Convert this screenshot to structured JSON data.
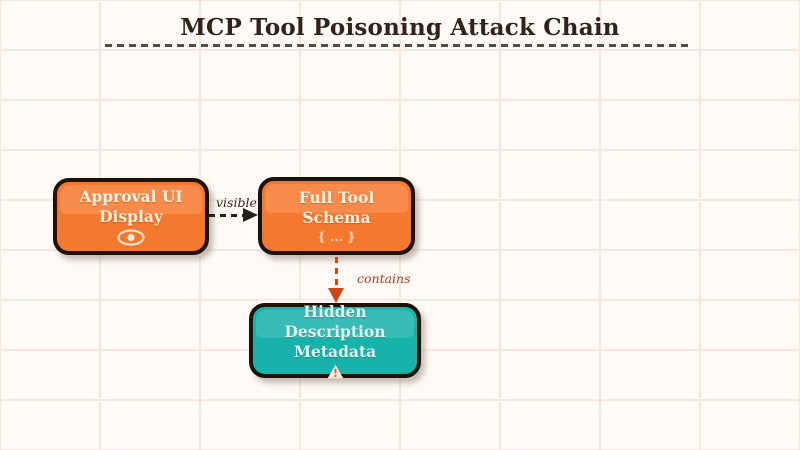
{
  "title": "MCP Tool Poisoning Attack Chain",
  "colors": {
    "bg": "#fffaf5",
    "grid_line": "#f6e7de",
    "title_text": "#33221a",
    "title_rule": "#554c42",
    "node_border": "#1d1309",
    "node_orange": "#f5782f",
    "node_teal": "#17b3ab",
    "node_text_orange": "#fdf3df",
    "node_text_teal": "#dff5f1",
    "edge_visible": "#2a2015",
    "edge_contains": "#d2441a",
    "label_visible": "#32261c",
    "label_contains": "#b23a20",
    "icon_cream": "#f7ecd9",
    "icon_warn_accent": "#e05a1e"
  },
  "nodes": {
    "approval": {
      "line1": "Approval UI",
      "line2": "Display",
      "icon": "eye-icon"
    },
    "schema": {
      "line1": "Full Tool",
      "line2": "Schema",
      "sublabel": "{ ... }"
    },
    "hidden": {
      "line1": "Hidden Description",
      "line2": "Metadata",
      "icon": "warning-icon"
    }
  },
  "edges": {
    "visible": {
      "label": "visible",
      "from": "approval",
      "to": "schema"
    },
    "contains": {
      "label": "contains",
      "from": "schema",
      "to": "hidden"
    }
  }
}
